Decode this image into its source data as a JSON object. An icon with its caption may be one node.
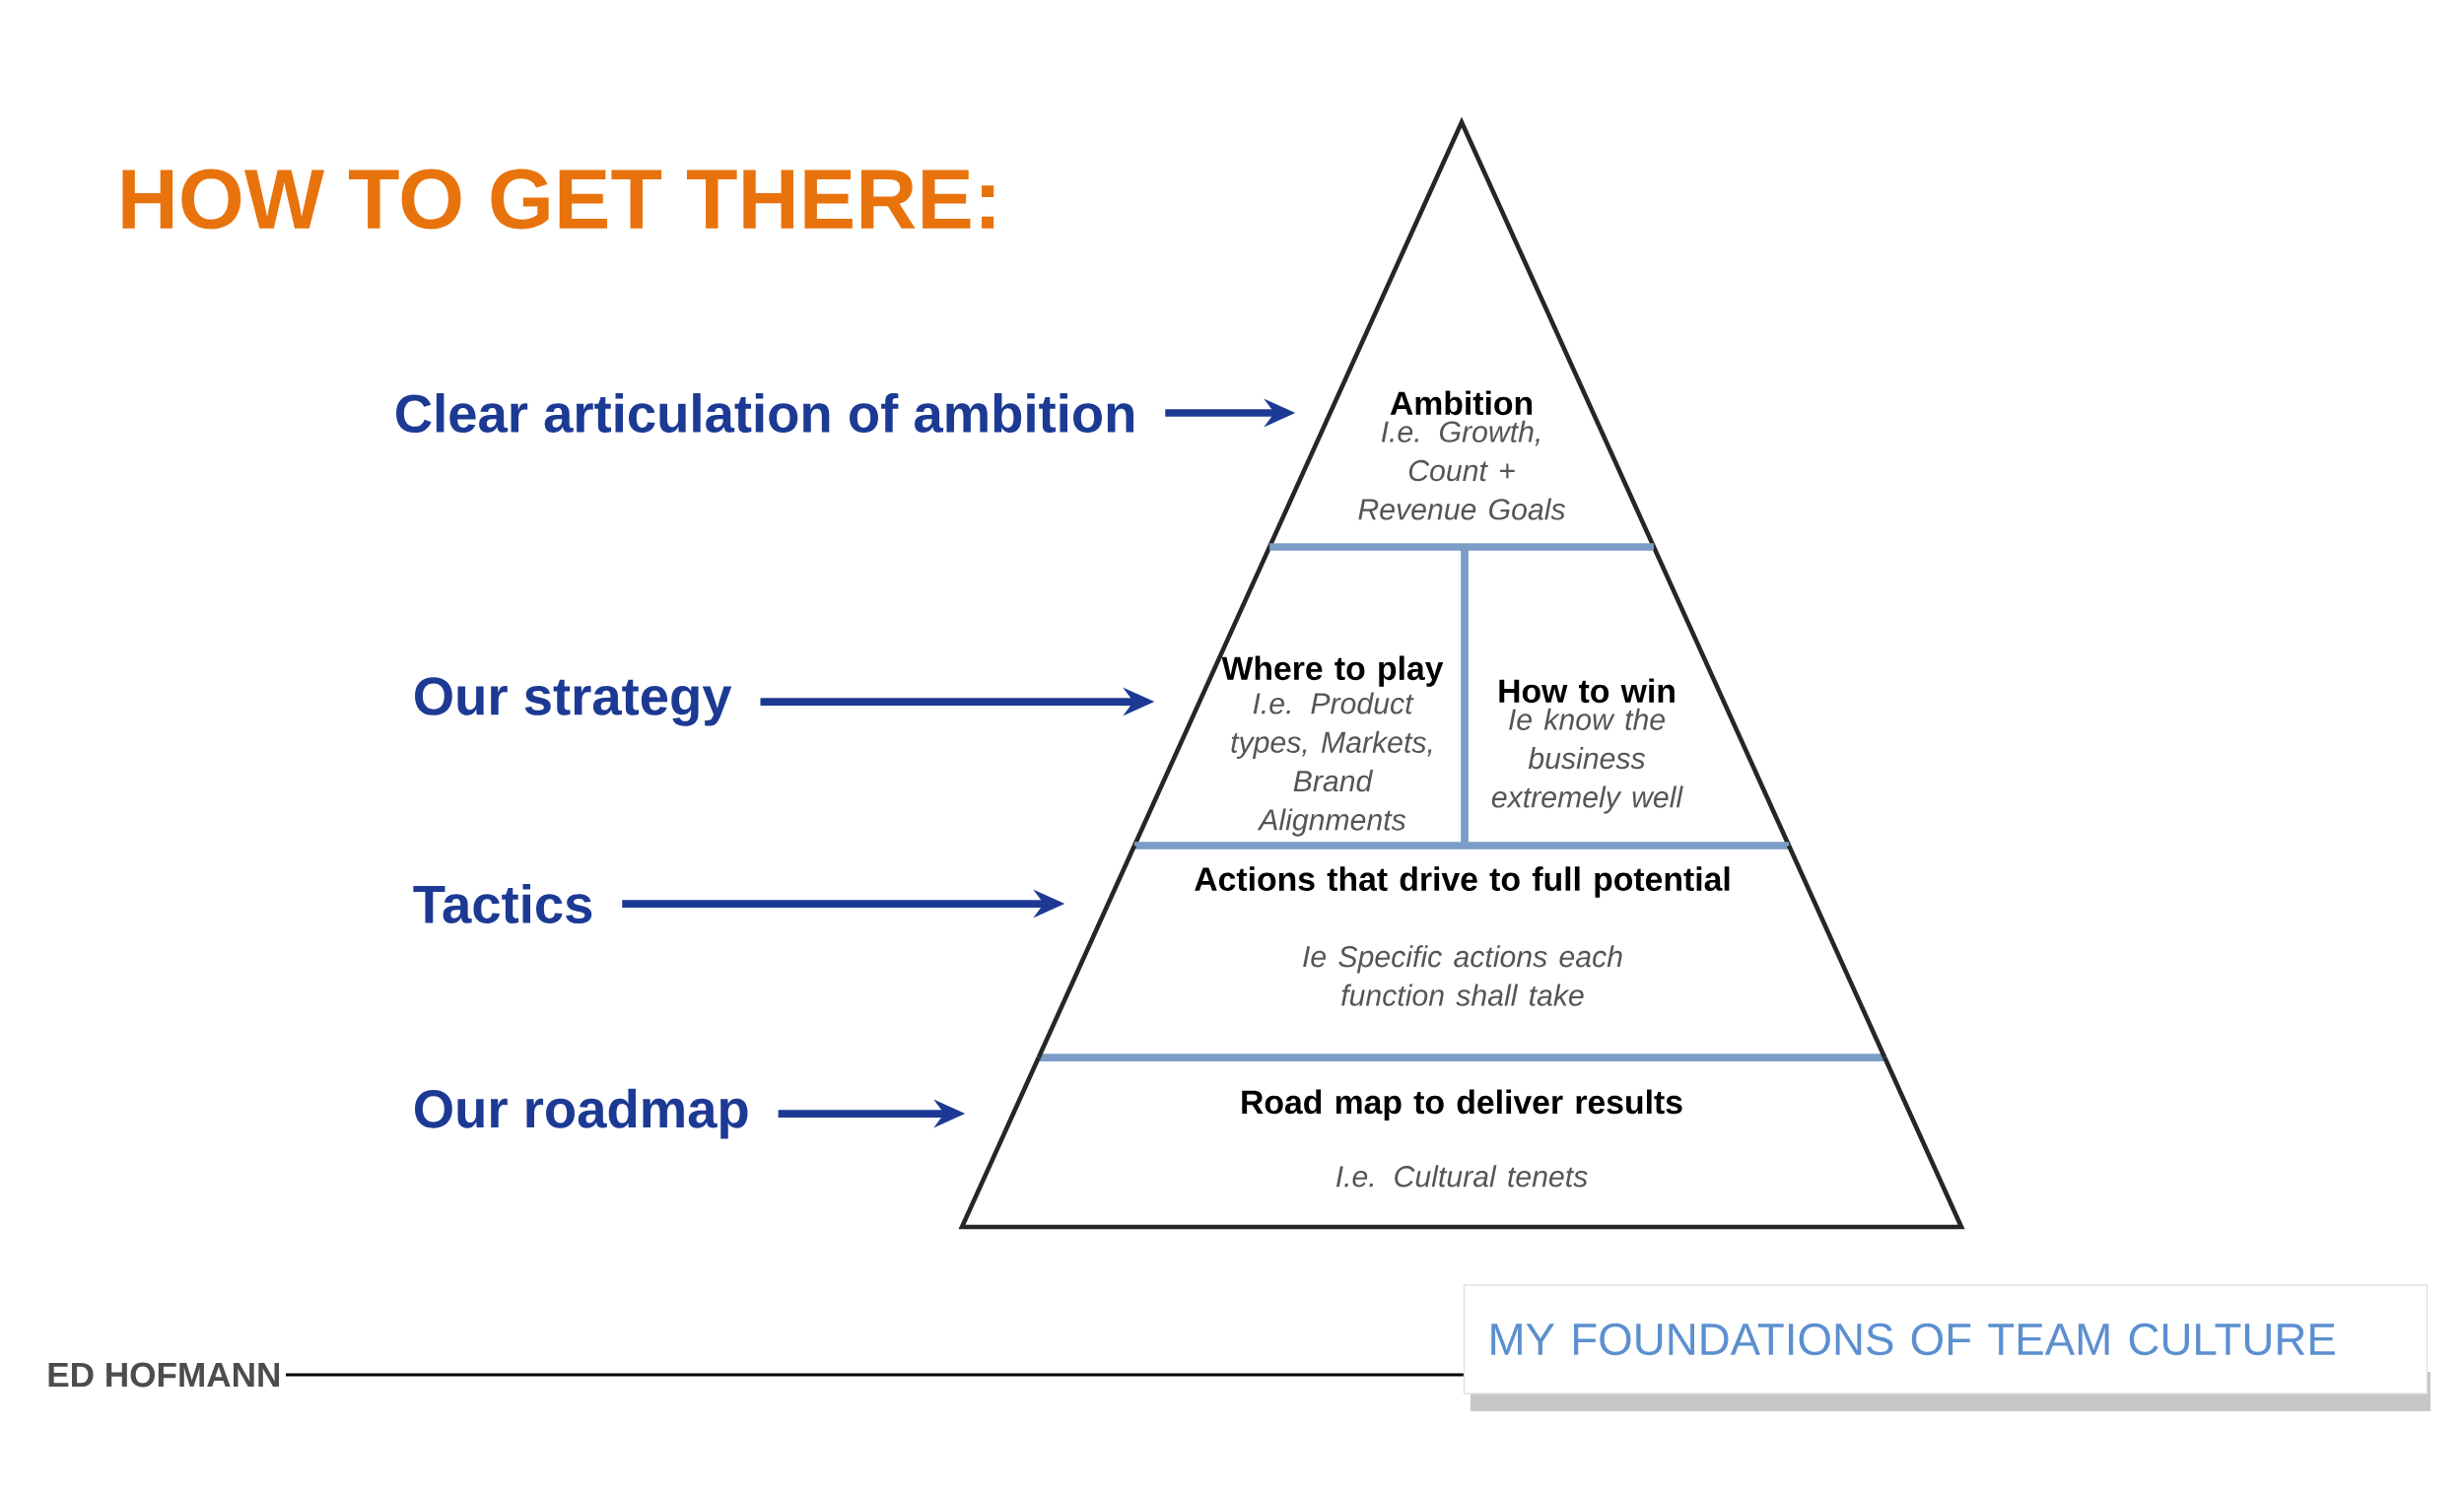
{
  "diagram": {
    "title": "HOW TO GET THERE:",
    "nodes": [
      {
        "text": [
          "Clear articulation of ambition"
        ]
      },
      {
        "text": [
          "Our strategy"
        ]
      },
      {
        "text": [
          "Tactics"
        ]
      },
      {
        "text": [
          "Our roadmap"
        ]
      },
      {
        "text": [
          "Ambition",
          "I.e. Growth, Count + Revenue Goals"
        ]
      },
      {
        "text": [
          "Where to play",
          "I.e. Product types, Markets, Brand Alignments"
        ]
      },
      {
        "text": [
          "How to win",
          "Ie know the business extremely well"
        ]
      },
      {
        "text": [
          "Actions that drive to full potential",
          "Ie Specific actions each function shall take"
        ]
      },
      {
        "text": [
          "Road map to deliver results",
          "I.e. Cultural tenets"
        ]
      },
      {
        "text": [
          "MY FOUNDATIONS OF TEAM CULTURE"
        ]
      }
    ],
    "edges": [
      {
        "from": 0,
        "to": 4,
        "arrow": "to"
      },
      {
        "from": 1,
        "to": 5,
        "arrow": "to"
      },
      {
        "from": 2,
        "to": 7,
        "arrow": "to"
      },
      {
        "from": 3,
        "to": 8,
        "arrow": "to"
      }
    ],
    "labels": [
      "ED HOFMANN"
    ]
  }
}
